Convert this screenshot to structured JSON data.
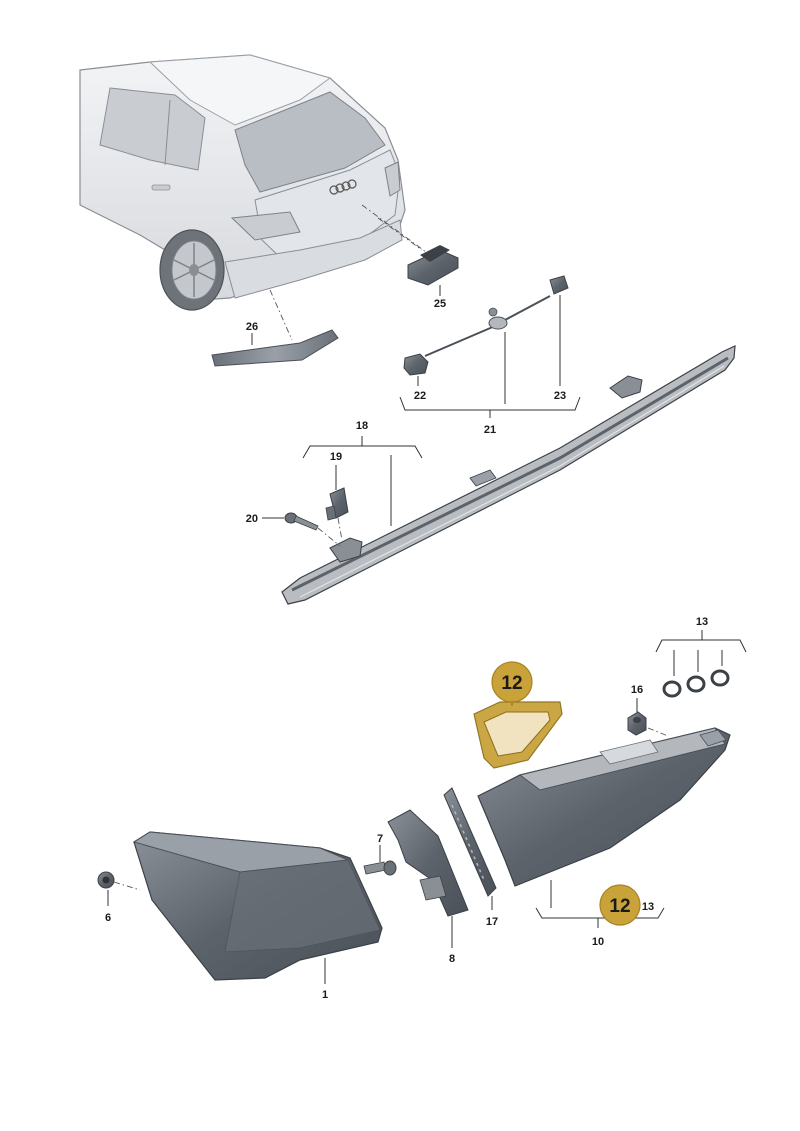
{
  "diagram": {
    "parts": [
      {
        "id": "p1",
        "number": "1"
      },
      {
        "id": "p6",
        "number": "6"
      },
      {
        "id": "p7",
        "number": "7"
      },
      {
        "id": "p8",
        "number": "8"
      },
      {
        "id": "p10",
        "number": "10"
      },
      {
        "id": "p13a",
        "number": "13"
      },
      {
        "id": "p13b",
        "number": "13"
      },
      {
        "id": "p16",
        "number": "16"
      },
      {
        "id": "p17",
        "number": "17"
      },
      {
        "id": "p18",
        "number": "18"
      },
      {
        "id": "p19",
        "number": "19"
      },
      {
        "id": "p20",
        "number": "20"
      },
      {
        "id": "p21",
        "number": "21"
      },
      {
        "id": "p22",
        "number": "22"
      },
      {
        "id": "p23",
        "number": "23"
      },
      {
        "id": "p25",
        "number": "25"
      },
      {
        "id": "p26",
        "number": "26"
      }
    ],
    "highlights": [
      {
        "id": "h1",
        "number": "12"
      },
      {
        "id": "h2",
        "number": "12"
      }
    ],
    "colors": {
      "highlight_fill": "#c9a23a",
      "highlight_stroke": "#a8831f",
      "part_dark": "#5a6068",
      "part_mid": "#7d838b",
      "part_light": "#c4c8cd",
      "car_body": "#e9ebee",
      "car_line": "#8a8f96"
    }
  }
}
